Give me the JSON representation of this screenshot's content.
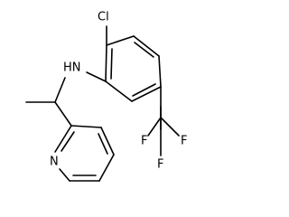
{
  "molecule": {
    "atom_labels": {
      "chlorine": "Cl",
      "amine": "HN",
      "pyridine_nitrogen": "N",
      "fluorine_top": "F",
      "fluorine_right": "F",
      "fluorine_bottom": "F"
    },
    "colors": {
      "bond": "#000000",
      "label": "#000000",
      "background": "#ffffff"
    }
  }
}
